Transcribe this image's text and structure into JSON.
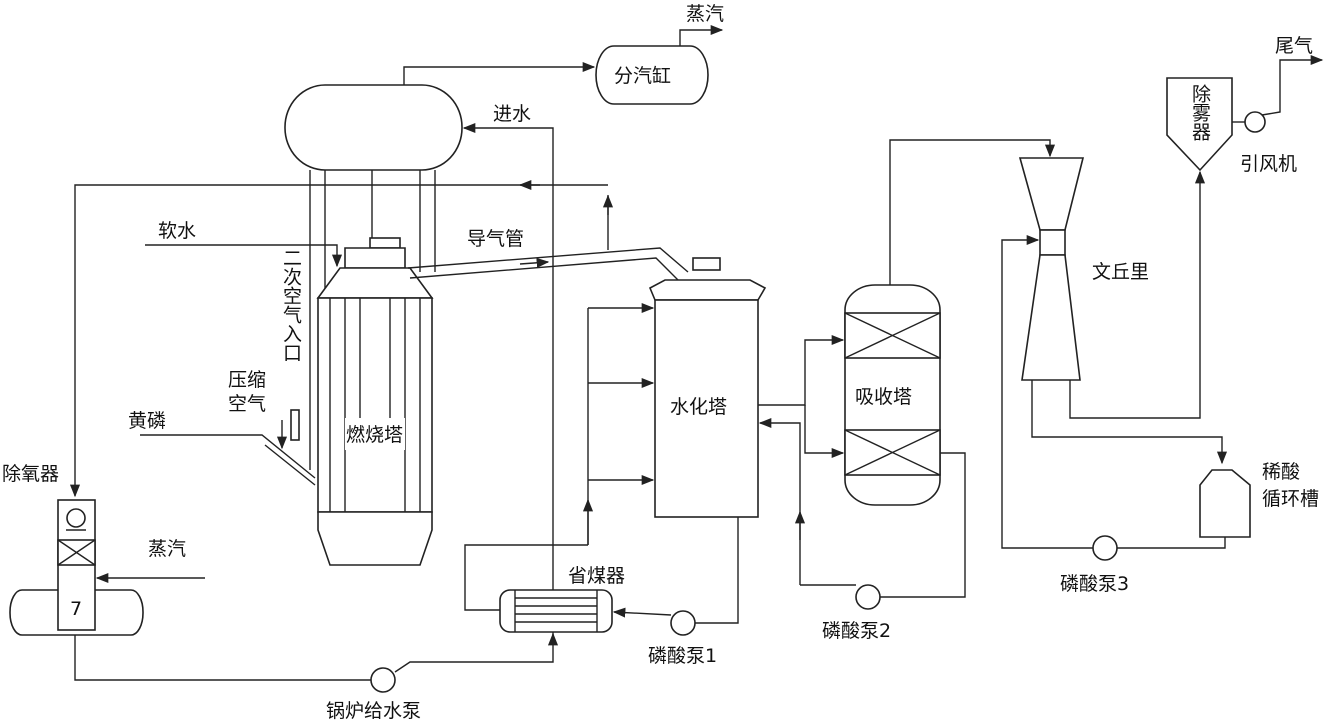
{
  "labels": {
    "steam_top": "蒸汽",
    "steam_header": "分汽缸",
    "water_in": "进水",
    "tail_gas": "尾气",
    "demister": "除雾器",
    "induced_fan": "引风机",
    "soft_water": "软水",
    "gas_duct": "导气管",
    "secondary_air": "二次空气入口",
    "compressed_air": "压缩空气",
    "yellow_phosphorus": "黄磷",
    "combustion_tower": "燃烧塔",
    "hydration_tower": "水化塔",
    "absorption_tower": "吸收塔",
    "venturi": "文丘里",
    "dilute_acid_tank": "稀酸循环槽",
    "deaerator": "除氧器",
    "steam_deaerator": "蒸汽",
    "deaerator_number": "7",
    "economizer": "省煤器",
    "pump1": "磷酸泵1",
    "pump2": "磷酸泵2",
    "pump3": "磷酸泵3",
    "boiler_feed_pump": "锅炉给水泵"
  }
}
